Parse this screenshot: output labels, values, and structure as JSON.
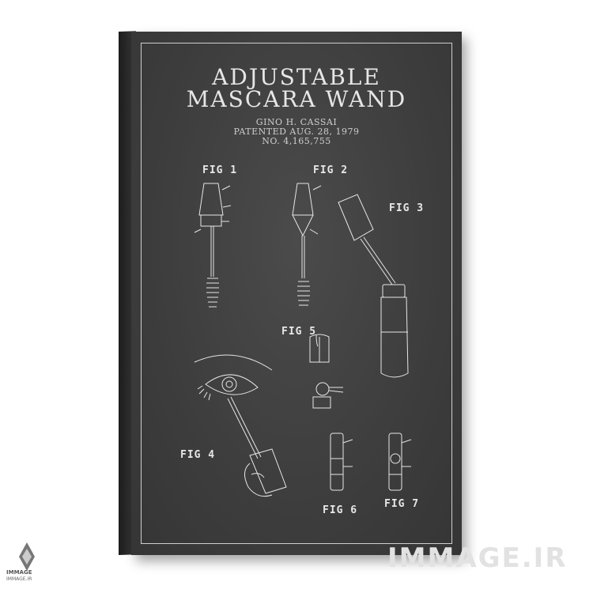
{
  "poster": {
    "title_line1": "ADJUSTABLE",
    "title_line2": "MASCARA WAND",
    "inventor": "GINO H. CASSAI",
    "patented": "PATENTED AUG. 28, 1979",
    "patent_no": "NO. 4,165,755"
  },
  "figures": {
    "fig1": "FIG 1",
    "fig2": "FIG 2",
    "fig3": "FIG 3",
    "fig4": "FIG 4",
    "fig5": "FIG 5",
    "fig6": "FIG 6",
    "fig7": "FIG 7"
  },
  "watermark": {
    "text": "IMMAGE.IR",
    "logo_line1": "IMMAGE",
    "logo_line2": "IMMAGE.IR"
  },
  "colors": {
    "canvas": "#3d3d3d",
    "ink": "#e6e6e6",
    "background": "#ffffff"
  }
}
